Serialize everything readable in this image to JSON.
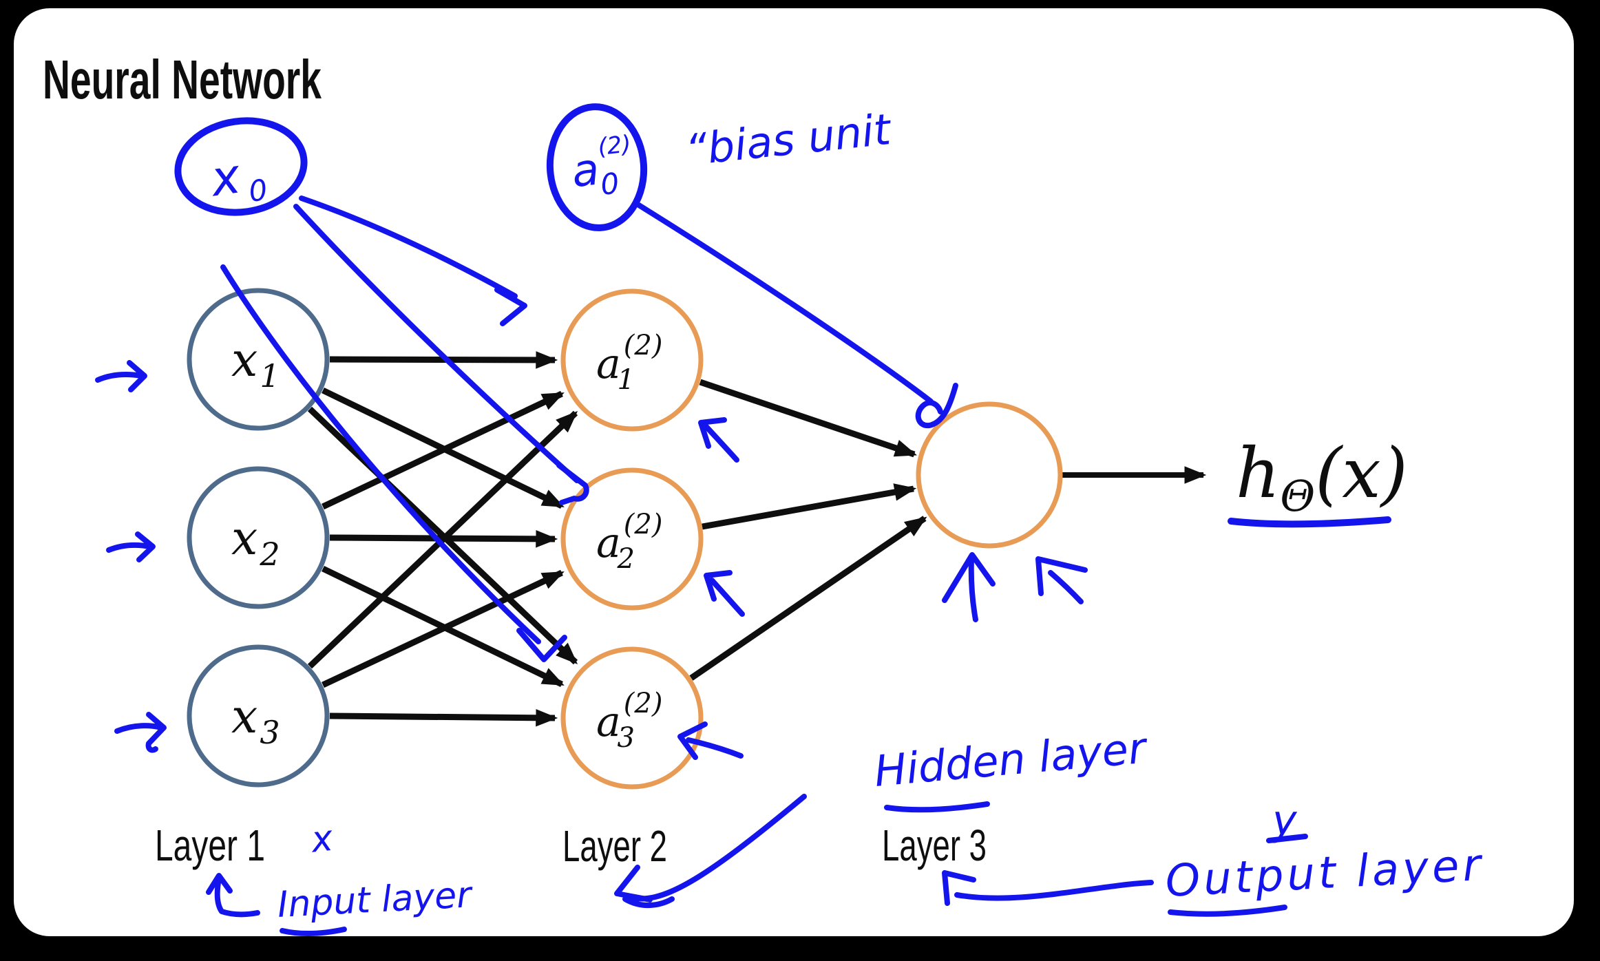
{
  "colors": {
    "frame": "#000000",
    "surface": "#ffffff",
    "ink": "#1414ec",
    "orange": "#e89b55",
    "slate": "#4e6b8c",
    "black": "#0e0e0e"
  },
  "title": "Neural Network",
  "layers": {
    "labels": [
      "Layer 1",
      "Layer 2",
      "Layer 3"
    ]
  },
  "nodes": {
    "input": [
      {
        "base": "x",
        "sub": "1"
      },
      {
        "base": "x",
        "sub": "2"
      },
      {
        "base": "x",
        "sub": "3"
      }
    ],
    "hidden": [
      {
        "base": "a",
        "sub": "1",
        "sup": "(2)"
      },
      {
        "base": "a",
        "sub": "2",
        "sup": "(2)"
      },
      {
        "base": "a",
        "sub": "3",
        "sup": "(2)"
      }
    ]
  },
  "output_formula": {
    "h": "h",
    "theta": "Θ",
    "arg": "(x)"
  },
  "annotations": {
    "bias_input": {
      "base": "x",
      "sub": "0"
    },
    "bias_hidden": {
      "base": "a",
      "sub": "0",
      "sup": "(2)"
    },
    "bias_unit": "“bias unit",
    "input_layer": "Input layer",
    "hidden_layer": "Hidden layer",
    "output_layer": "Output layer",
    "x_note": "x",
    "y_note": "y"
  }
}
